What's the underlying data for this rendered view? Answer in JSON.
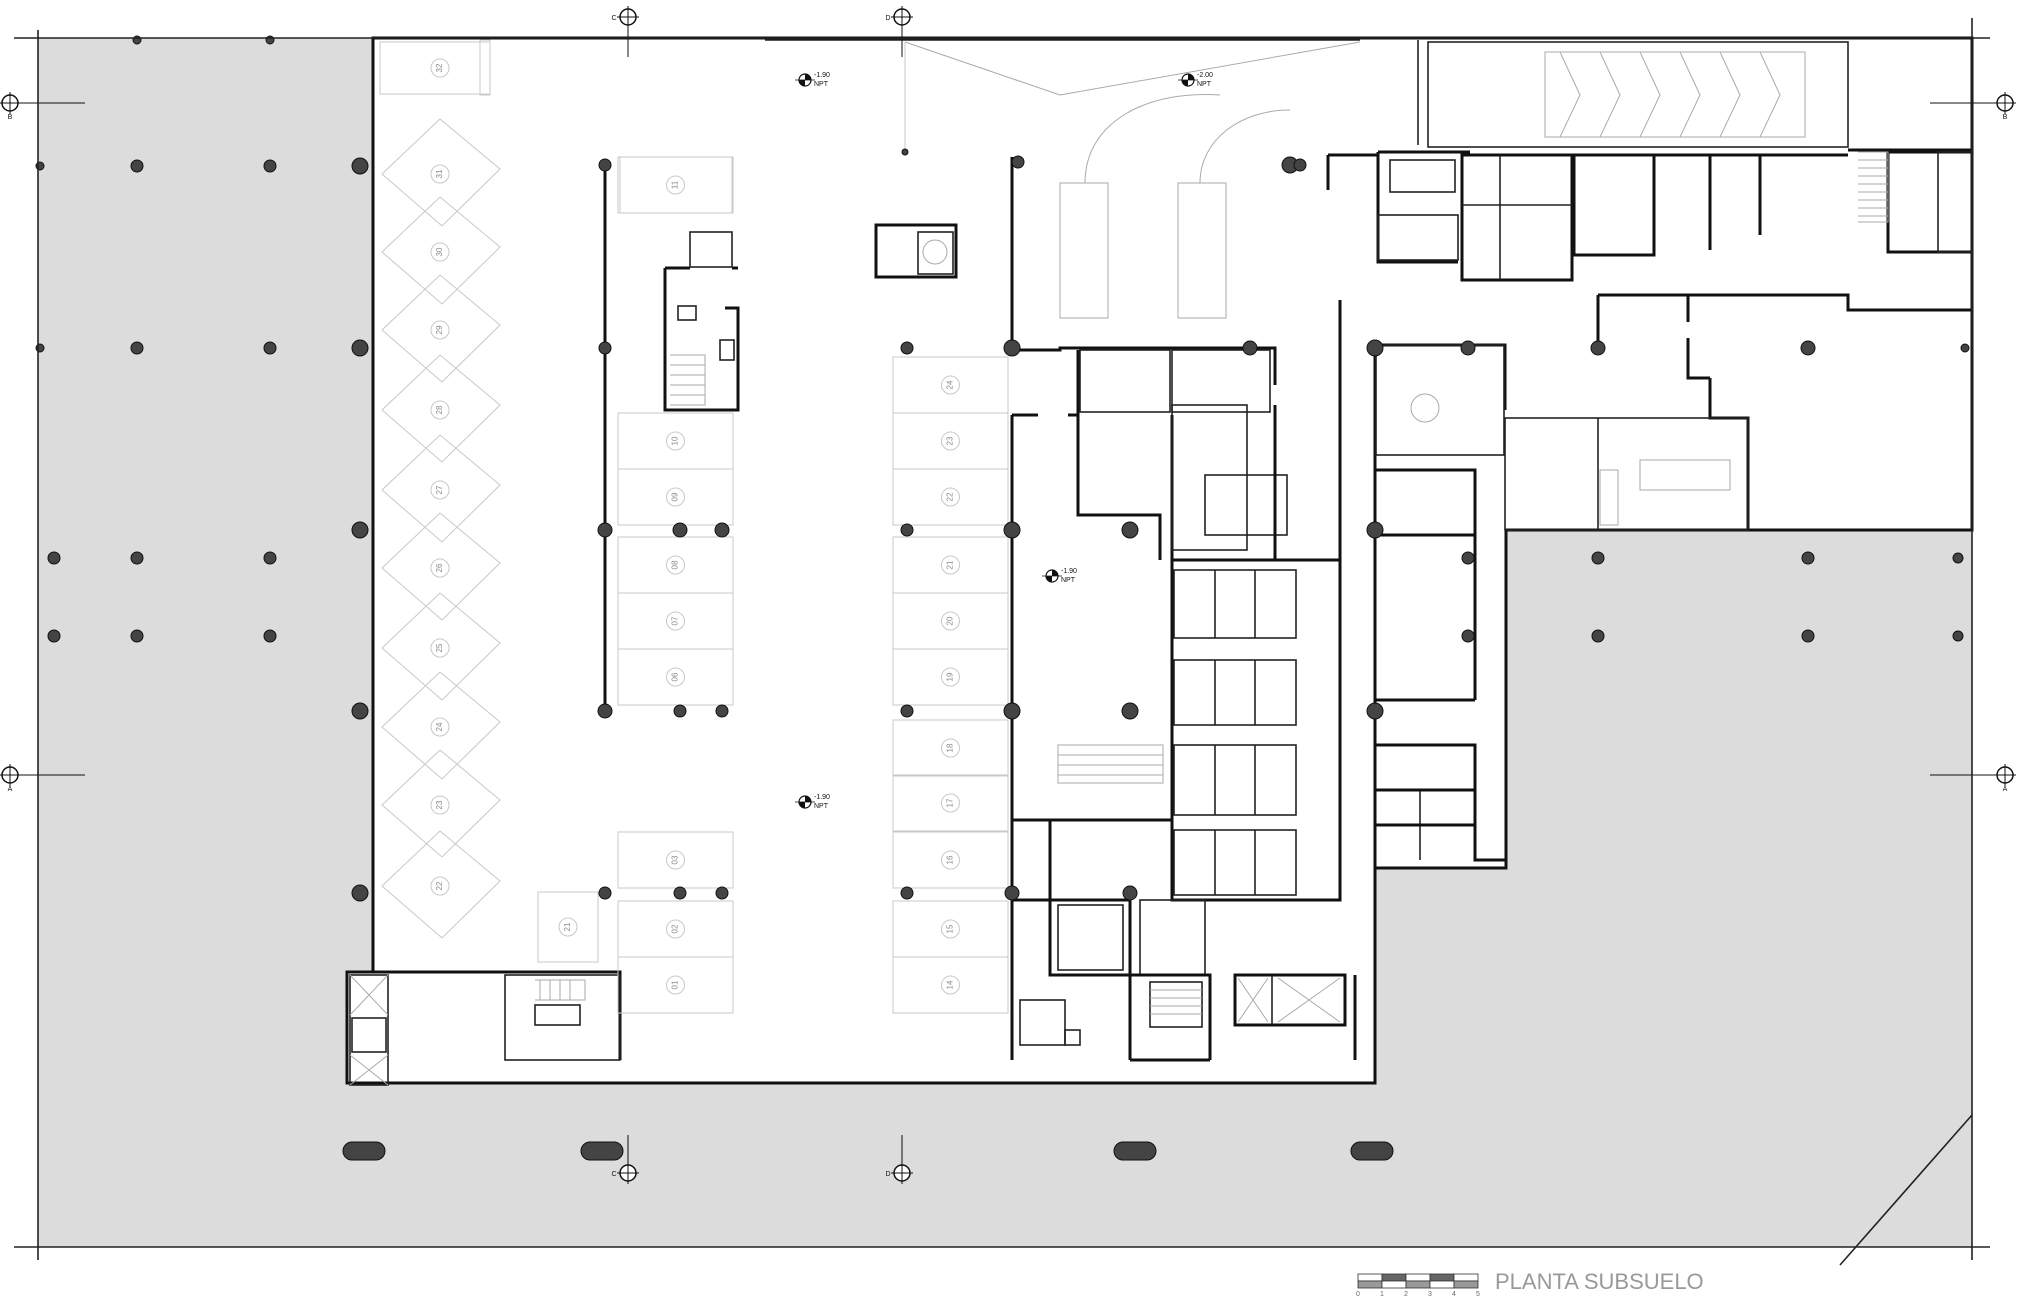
{
  "drawing": {
    "title": "PLANTA SUBSUELO",
    "scale_bar": {
      "labels": [
        "0",
        "1",
        "2",
        "3",
        "4",
        "5"
      ]
    }
  },
  "levels": [
    {
      "value": "-1.90",
      "sub": "NPT"
    },
    {
      "value": "-2.00",
      "sub": "NPT"
    },
    {
      "value": "-1.90",
      "sub": "NPT"
    },
    {
      "value": "-1.90",
      "sub": "NPT"
    }
  ],
  "section_axes": [
    {
      "label": "B"
    },
    {
      "label": "B"
    },
    {
      "label": "A"
    },
    {
      "label": "A"
    },
    {
      "label": "C"
    },
    {
      "label": "D"
    },
    {
      "label": "C"
    },
    {
      "label": "D"
    }
  ],
  "parking": {
    "diagonal": [
      "32",
      "31",
      "30",
      "29",
      "28",
      "27",
      "26",
      "25",
      "24",
      "23",
      "22"
    ],
    "left_column": [
      "11",
      "10",
      "09",
      "08",
      "07",
      "06"
    ],
    "lower_left": [
      "03",
      "02",
      "01",
      "21"
    ],
    "right_column": [
      "24",
      "23",
      "22",
      "21",
      "20",
      "19",
      "18",
      "17",
      "16",
      "15",
      "14"
    ]
  }
}
